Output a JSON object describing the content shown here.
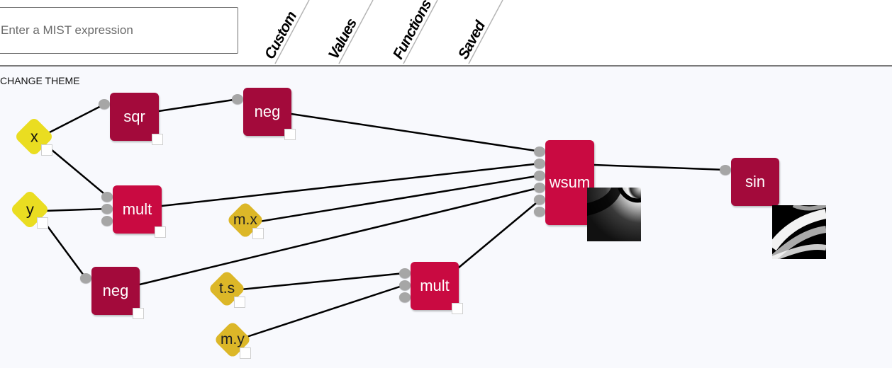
{
  "expression_input": {
    "placeholder": "Enter a MIST expression",
    "value": ""
  },
  "tabs": [
    {
      "label": "Custom"
    },
    {
      "label": "Values"
    },
    {
      "label": "Functions"
    },
    {
      "label": "Saved"
    }
  ],
  "theme_button": {
    "label": "CHANGE THEME"
  },
  "colors": {
    "function_dark": "#a30a3b",
    "function_bright": "#c90a41",
    "value_yellow": "#eadd21",
    "value_gold": "#dcb728",
    "port_gray": "#a6a6a6",
    "workspace_bg": "#f8f9fd"
  },
  "nodes": {
    "x": {
      "label": "x"
    },
    "y": {
      "label": "y"
    },
    "sqr": {
      "label": "sqr"
    },
    "neg1": {
      "label": "neg"
    },
    "mult1": {
      "label": "mult"
    },
    "mx": {
      "label": "m.x"
    },
    "neg2": {
      "label": "neg"
    },
    "ts": {
      "label": "t.s"
    },
    "my": {
      "label": "m.y"
    },
    "mult2": {
      "label": "mult"
    },
    "wsum": {
      "label": "wsum"
    },
    "sin": {
      "label": "sin"
    }
  }
}
